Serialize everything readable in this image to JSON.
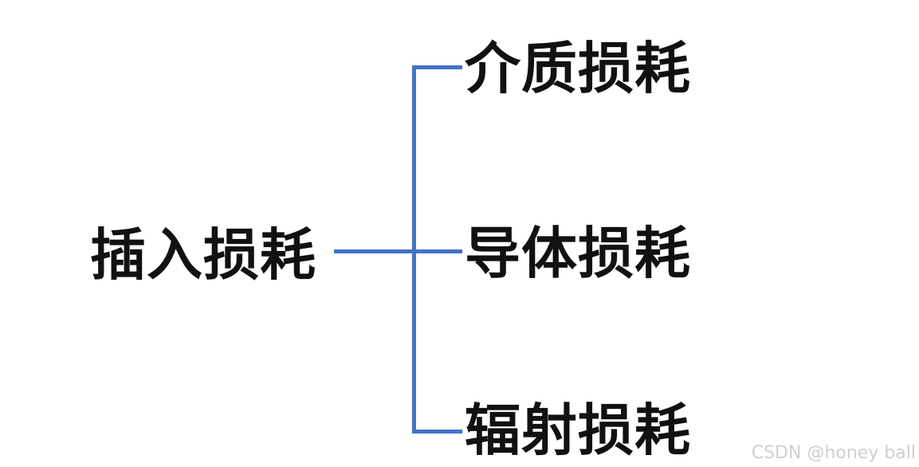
{
  "diagram": {
    "root_label": "插入损耗",
    "branches": [
      {
        "label": "介质损耗"
      },
      {
        "label": "导体损耗"
      },
      {
        "label": "辐射损耗"
      }
    ],
    "connector_color": "#4472C4",
    "text_color": "#111111",
    "background_color": "#ffffff"
  },
  "watermark": {
    "text": "CSDN @honey ball",
    "color": "#cfcfcf"
  }
}
